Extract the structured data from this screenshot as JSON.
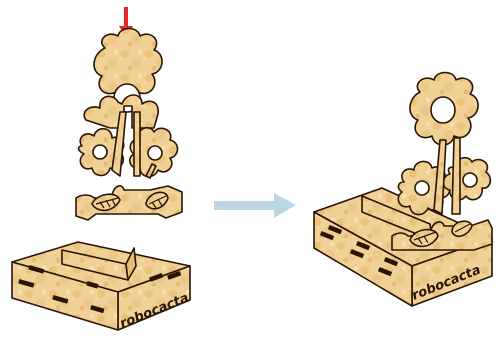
{
  "scene": {
    "title": "",
    "brand_text": "robocacta",
    "colors": {
      "wood_light": "#f2d39b",
      "wood_mid": "#e5b86e",
      "wood_dark": "#b98538",
      "outline": "#2a1503",
      "arrow_red": "#e8262a",
      "arrow_blue": "#bcd6e3"
    },
    "steps": [
      {
        "name": "before",
        "description_icon": "insert-flower-into-box"
      },
      {
        "name": "after",
        "description_icon": "assembled-flower-box"
      }
    ],
    "indicators": {
      "insert_arrow": "down-arrow-icon",
      "transition_arrow": "right-arrow-icon"
    }
  }
}
